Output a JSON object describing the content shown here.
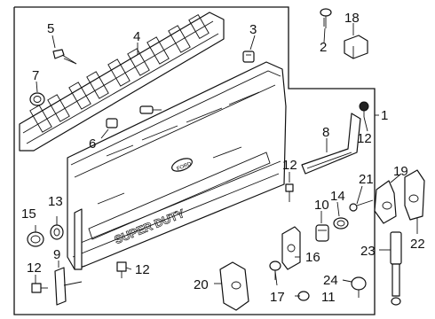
{
  "callouts": [
    {
      "id": "c1",
      "text": "1"
    },
    {
      "id": "c2",
      "text": "2"
    },
    {
      "id": "c3",
      "text": "3"
    },
    {
      "id": "c4",
      "text": "4"
    },
    {
      "id": "c5",
      "text": "5"
    },
    {
      "id": "c6",
      "text": "6"
    },
    {
      "id": "c7",
      "text": "7"
    },
    {
      "id": "c8",
      "text": "8"
    },
    {
      "id": "c9",
      "text": "9"
    },
    {
      "id": "c10",
      "text": "10"
    },
    {
      "id": "c11",
      "text": "11"
    },
    {
      "id": "c12a",
      "text": "12"
    },
    {
      "id": "c12b",
      "text": "12"
    },
    {
      "id": "c12c",
      "text": "12"
    },
    {
      "id": "c12d",
      "text": "12"
    },
    {
      "id": "c13",
      "text": "13"
    },
    {
      "id": "c14",
      "text": "14"
    },
    {
      "id": "c15",
      "text": "15"
    },
    {
      "id": "c16",
      "text": "16"
    },
    {
      "id": "c17",
      "text": "17"
    },
    {
      "id": "c18",
      "text": "18"
    },
    {
      "id": "c19",
      "text": "19"
    },
    {
      "id": "c20",
      "text": "20"
    },
    {
      "id": "c21",
      "text": "21"
    },
    {
      "id": "c22",
      "text": "22"
    },
    {
      "id": "c23",
      "text": "23"
    },
    {
      "id": "c24",
      "text": "24"
    }
  ],
  "embossed_text": {
    "top": "FORD",
    "middle": "SUPER DUTY"
  }
}
